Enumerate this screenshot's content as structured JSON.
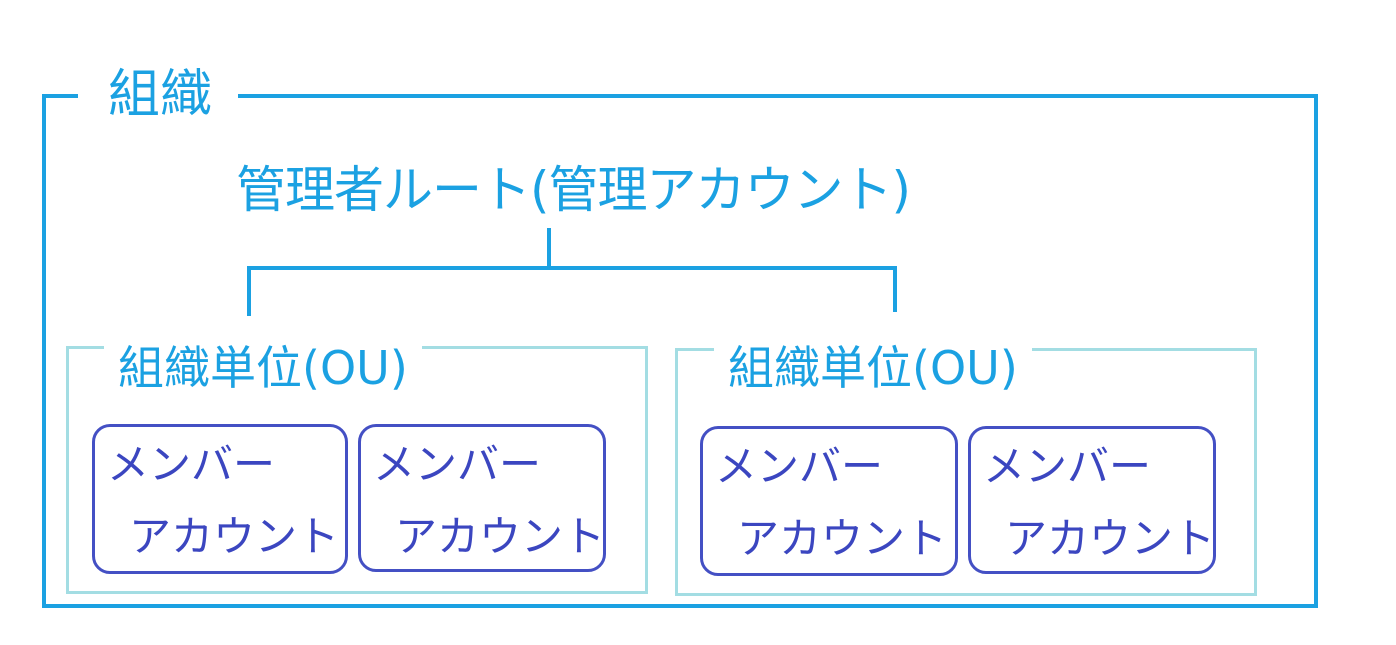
{
  "organization": {
    "title": "組織"
  },
  "root": {
    "label": "管理者ルート(管理アカウント)"
  },
  "organizational_units": [
    {
      "title": "組織単位(OU)",
      "accounts": [
        {
          "line1": "メンバー",
          "line2": "アカウント"
        },
        {
          "line1": "メンバー",
          "line2": "アカウント"
        }
      ]
    },
    {
      "title": "組織単位(OU)",
      "accounts": [
        {
          "line1": "メンバー",
          "line2": "アカウント"
        },
        {
          "line1": "メンバー",
          "line2": "アカウント"
        }
      ]
    }
  ],
  "colors": {
    "organization_blue": "#1ba1e2",
    "ou_border": "#a3dde3",
    "member_blue": "#4450c4"
  }
}
